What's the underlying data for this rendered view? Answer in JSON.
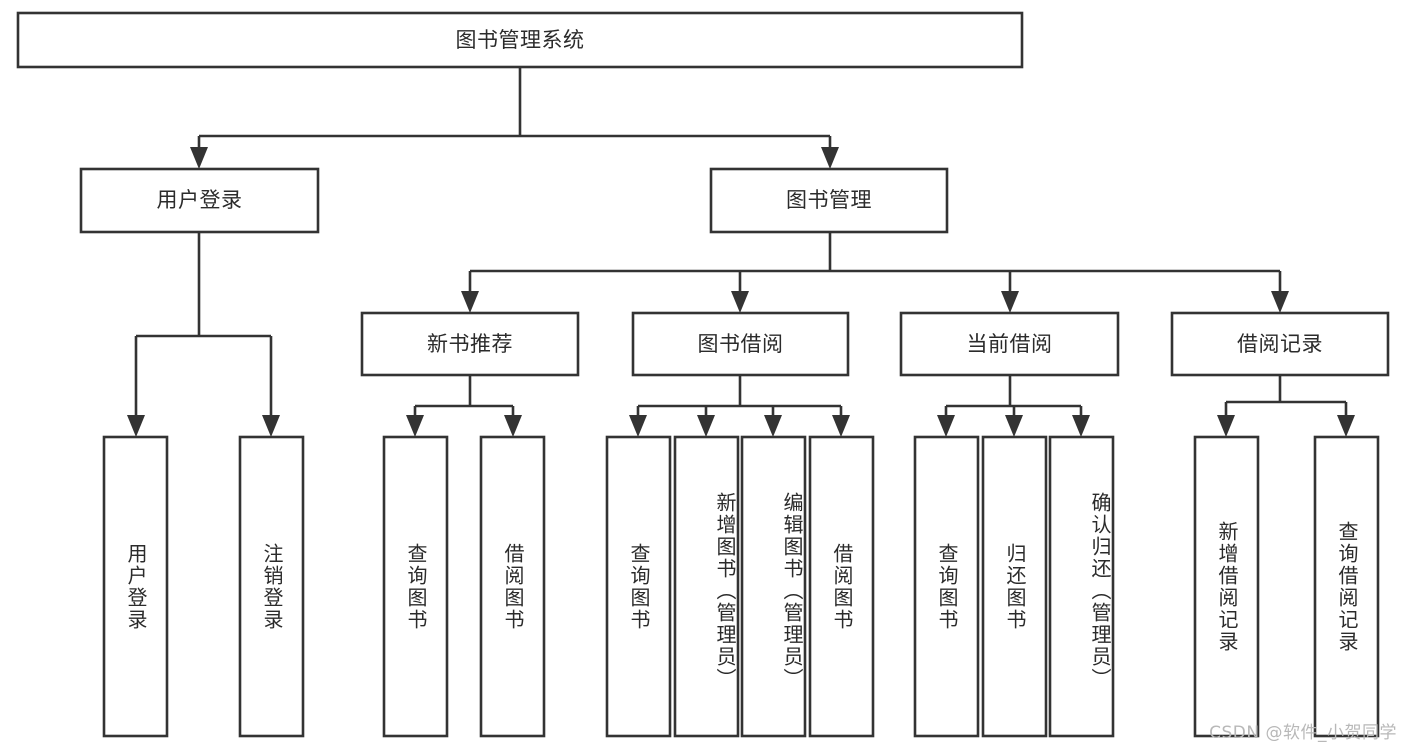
{
  "diagram": {
    "type": "tree-hierarchy",
    "title": "图书管理系统",
    "colors": {
      "box_stroke": "#333333",
      "box_fill": "#ffffff",
      "text": "#2b2b2b",
      "background": "#ffffff",
      "watermark": "#b8b8b8"
    },
    "levels": {
      "root": {
        "label": "图书管理系统"
      },
      "level2": [
        {
          "label": "用户登录"
        },
        {
          "label": "图书管理"
        }
      ],
      "level3": [
        {
          "label": "新书推荐"
        },
        {
          "label": "图书借阅"
        },
        {
          "label": "当前借阅"
        },
        {
          "label": "借阅记录"
        }
      ],
      "leaves": [
        {
          "label": "用户登录",
          "parent": "用户登录"
        },
        {
          "label": "注销登录",
          "parent": "用户登录"
        },
        {
          "label": "查询图书",
          "parent": "新书推荐"
        },
        {
          "label": "借阅图书",
          "parent": "新书推荐"
        },
        {
          "label": "查询图书",
          "parent": "图书借阅"
        },
        {
          "label": "新增图书（管理员）",
          "parent": "图书借阅"
        },
        {
          "label": "编辑图书（管理员）",
          "parent": "图书借阅"
        },
        {
          "label": "借阅图书",
          "parent": "图书借阅"
        },
        {
          "label": "查询图书",
          "parent": "当前借阅"
        },
        {
          "label": "归还图书",
          "parent": "当前借阅"
        },
        {
          "label": "确认归还（管理员）",
          "parent": "当前借阅"
        },
        {
          "label": "新增借阅记录",
          "parent": "借阅记录"
        },
        {
          "label": "查询借阅记录",
          "parent": "借阅记录"
        }
      ]
    }
  },
  "watermark": {
    "text": "CSDN @软件_小贺同学"
  }
}
